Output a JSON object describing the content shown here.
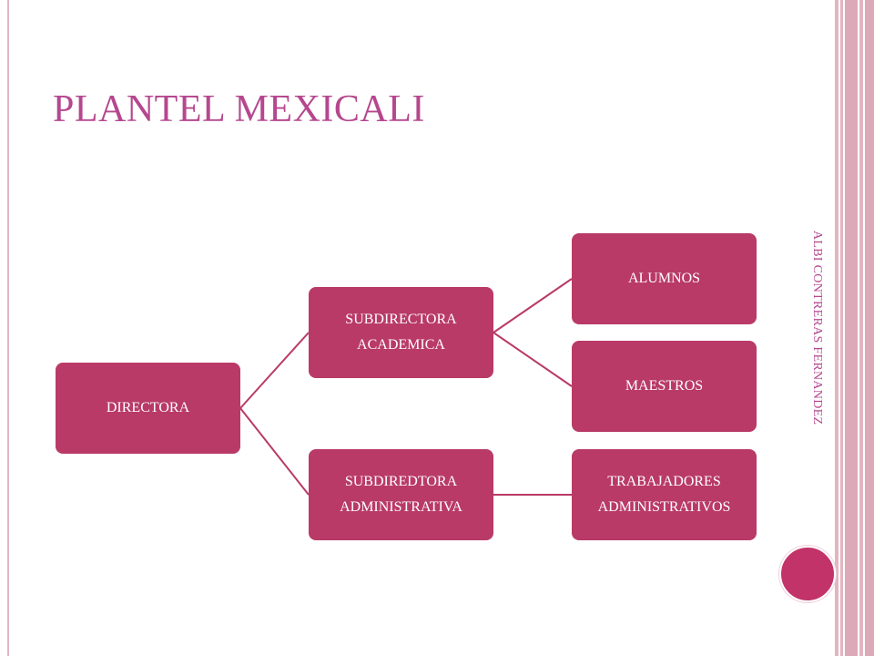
{
  "slide": {
    "title": "PLANTEL MEXICALI",
    "side_caption": "ALBI CONTRERAS FERNANDEZ"
  },
  "org_chart": {
    "root": {
      "lines": [
        "DIRECTORA"
      ]
    },
    "level2": [
      {
        "lines": [
          "SUBDIRECTORA",
          "ACADEMICA"
        ]
      },
      {
        "lines": [
          "SUBDIREDTORA",
          "ADMINISTRATIVA"
        ]
      }
    ],
    "level3": [
      {
        "lines": [
          "ALUMNOS"
        ]
      },
      {
        "lines": [
          "MAESTROS"
        ]
      },
      {
        "lines": [
          "TRABAJADORES",
          "ADMINISTRATIVOS"
        ]
      }
    ]
  },
  "colors": {
    "node_fill": "#b93a67",
    "connector": "#b93a67",
    "title": "#b5478e",
    "accent_circle": "#c2336a",
    "stripe": "#e3b5c3"
  }
}
